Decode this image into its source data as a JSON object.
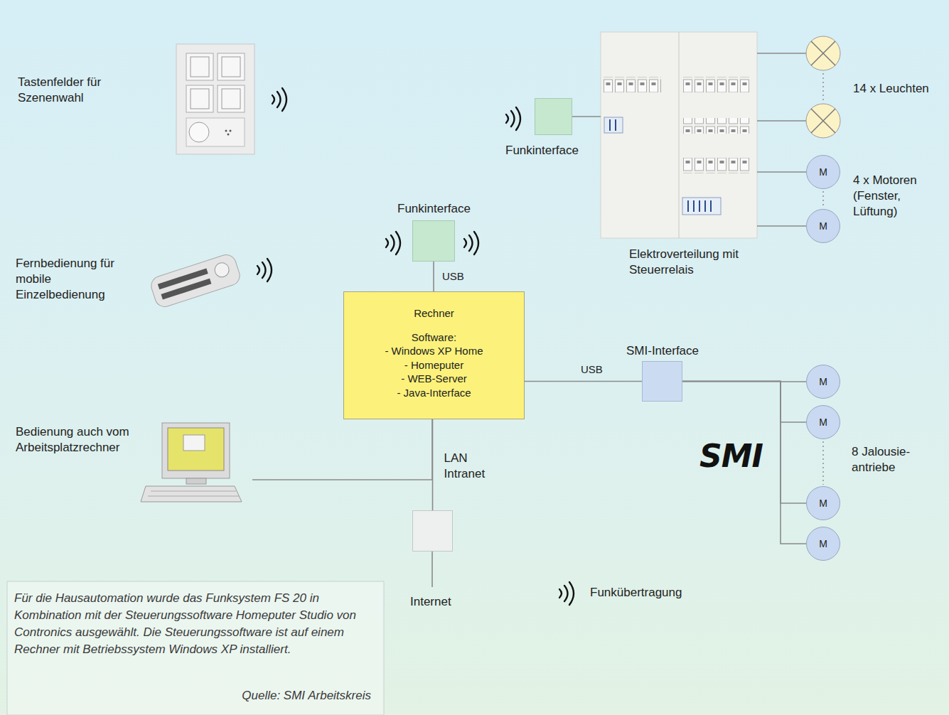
{
  "diagram": {
    "caption": "Für die Hausautomation wurde das Funksystem FS 20 in Kombination mit der Steuerungssoftware Homeputer Studio von Contronics ausgewählt. Die Steuerungssoftware ist auf einem Rechner mit Betriebssystem Windows XP installiert.",
    "nodes": [
      {
        "text": [
          "Tastenfelder für Szenenwahl"
        ]
      },
      {
        "text": [
          "Funkinterface"
        ]
      },
      {
        "text": [
          "Elektroverteilung mit Steuerrelais"
        ]
      },
      {
        "text": [
          "Fernbedienung für mobile Einzelbedienung"
        ]
      },
      {
        "text": [
          "Funkinterface"
        ]
      },
      {
        "text": [
          "Rechner",
          "Software:",
          "- Windows XP Home",
          "- Homeputer",
          "- WEB-Server",
          "- Java-Interface"
        ]
      },
      {
        "text": [
          "SMI-Interface"
        ]
      },
      {
        "text": [
          "Bedienung auch vom Arbeitsplatzrechner"
        ]
      },
      {
        "text": [
          "Internet"
        ]
      },
      {
        "text": [
          "M"
        ]
      },
      {
        "text": [
          "M"
        ]
      },
      {
        "text": [
          "M"
        ]
      },
      {
        "text": [
          "M"
        ]
      },
      {
        "text": [
          "M"
        ]
      },
      {
        "text": [
          "M"
        ]
      }
    ],
    "edges": [
      {
        "from": 1,
        "to": 2,
        "arrow": "none"
      },
      {
        "from": 4,
        "to": 5,
        "label": "USB",
        "arrow": "none"
      },
      {
        "from": 5,
        "to": 6,
        "label": "USB",
        "arrow": "none"
      },
      {
        "from": 5,
        "to": 7,
        "arrow": "none"
      },
      {
        "from": 5,
        "to": 8,
        "label": "LAN Intranet",
        "arrow": "none"
      },
      {
        "from": 2,
        "to": 9,
        "arrow": "none"
      },
      {
        "from": 2,
        "to": 10,
        "arrow": "none"
      },
      {
        "from": 6,
        "to": 11,
        "arrow": "none"
      },
      {
        "from": 6,
        "to": 12,
        "arrow": "none"
      },
      {
        "from": 6,
        "to": 13,
        "arrow": "none"
      },
      {
        "from": 6,
        "to": 14,
        "arrow": "none"
      }
    ],
    "labels": [
      "14 x Leuchten",
      "4 x Motoren (Fenster, Lüftung)",
      "SMI",
      "8 Jalousie- antriebe",
      "Quelle: SMI Arbeitskreis"
    ],
    "legend": [
      {
        "text": "Funkübertragung"
      }
    ]
  }
}
